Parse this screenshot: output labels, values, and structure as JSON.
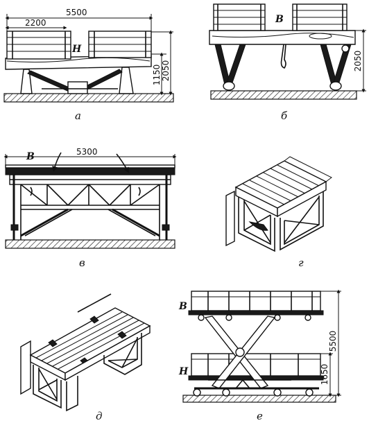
{
  "panels": {
    "a": {
      "caption": "а",
      "dims": {
        "overall": "5500",
        "section": "2200",
        "height_full": "2050",
        "height_low": "1150"
      },
      "marker": "Н"
    },
    "b": {
      "caption": "б",
      "dims": {
        "height": "2050"
      },
      "marker": "В"
    },
    "v": {
      "caption": "в",
      "dims": {
        "overall": "5300"
      },
      "marker": "В"
    },
    "g": {
      "caption": "г"
    },
    "d": {
      "caption": "д"
    },
    "e": {
      "caption": "е",
      "dims": {
        "height_full": "5500",
        "height_low": "1650"
      },
      "marker_top": "В",
      "marker_bottom": "Н"
    }
  }
}
